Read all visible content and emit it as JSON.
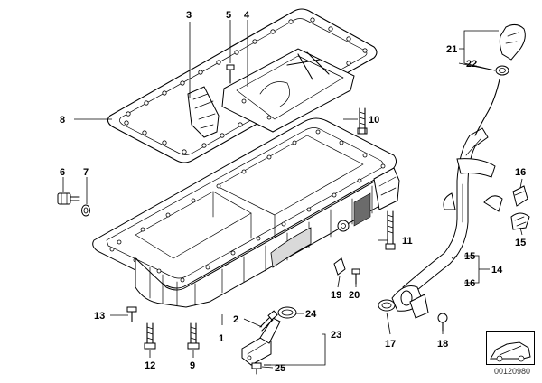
{
  "callouts": {
    "n1": "1",
    "n2": "2",
    "n3": "3",
    "n4": "4",
    "n5": "5",
    "n6": "6",
    "n7": "7",
    "n8": "8",
    "n9": "9",
    "n10": "10",
    "n11": "11",
    "n12": "12",
    "n13": "13",
    "n14": "14",
    "n15a": "15",
    "n15b": "15",
    "n16a": "16",
    "n16b": "16",
    "n17": "17",
    "n18": "18",
    "n19": "19",
    "n20": "20",
    "n21": "21",
    "n22": "22",
    "n23": "23",
    "n24": "24",
    "n25": "25"
  },
  "reference_number": "00120980",
  "colors": {
    "line": "#000000",
    "background": "#ffffff"
  }
}
